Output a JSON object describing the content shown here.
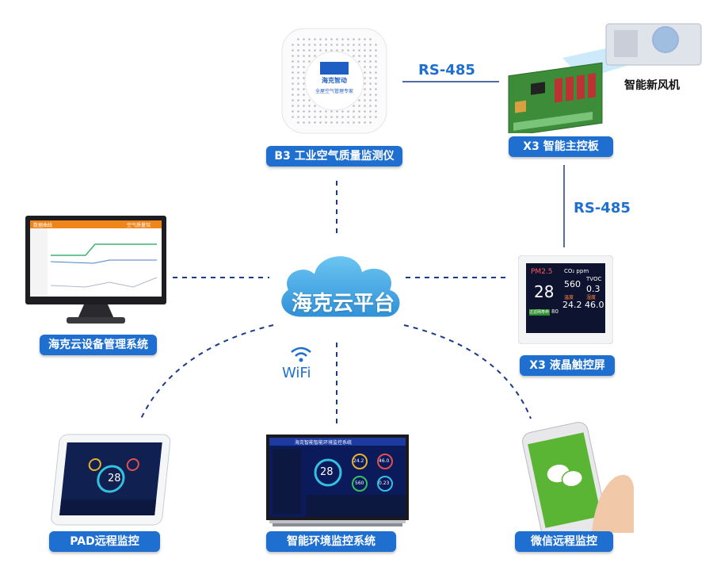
{
  "center": {
    "label": "海克云平台"
  },
  "links": {
    "rs485_top": "RS-485",
    "rs485_right": "RS-485",
    "wifi": "WiFi"
  },
  "devices": {
    "b3_sensor": {
      "label": "B3 工业空气质量监测仪",
      "brand_text": "海克智动",
      "tagline": "全屋空气管理专家"
    },
    "x3_board": {
      "label": "X3 智能主控板"
    },
    "fresh_air": {
      "label": "智能新风机"
    },
    "x3_touch": {
      "label": "X3 液晶触控屏",
      "pm25": "PM2.5",
      "co2": "CO₂ ppm",
      "tvoc": "TVOC",
      "v_pm": "28",
      "v_co2": "560",
      "v_tvoc": "0.3",
      "v_temp": "24.2",
      "v_hum": "46.0",
      "temp_label": "温度",
      "hum_label": "湿度",
      "quality_label": "过滤网寿命",
      "quality_pct": "80"
    },
    "cloud_mgmt": {
      "label": "海克云设备管理系统",
      "header_left": "数据曲线",
      "header_right": "空气质量馆"
    },
    "pad": {
      "label": "PAD远程监控",
      "screen_value": "28"
    },
    "tv": {
      "label": "智能环境监控系统",
      "screen_title": "海克智能智能环境监控系统",
      "screen_value": "28",
      "v1": "24.2",
      "v2": "46.0",
      "v3": "560",
      "v4": "0.23"
    },
    "wechat": {
      "label": "微信远程监控"
    }
  },
  "colors": {
    "accent": "#1f6fd0",
    "cloud": "#3aa7e6",
    "dash": "#1a3a8a"
  }
}
